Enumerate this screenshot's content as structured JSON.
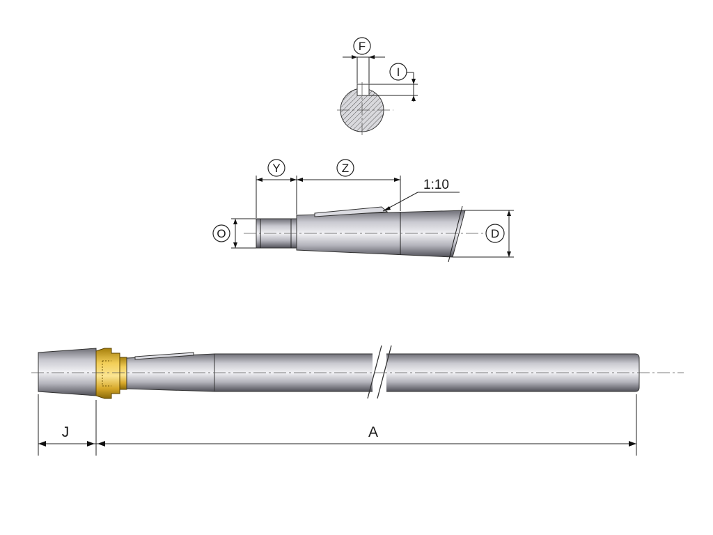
{
  "section_labels": {
    "F": "F",
    "I": "I"
  },
  "taper_labels": {
    "Y": "Y",
    "Z": "Z",
    "O": "O",
    "D": "D",
    "ratio": "1:10"
  },
  "shaft_labels": {
    "J": "J",
    "A": "A"
  },
  "colors": {
    "steel_light": "#e9e9ee",
    "steel_mid": "#a9a9b2",
    "steel_dark": "#55555d",
    "brass_light": "#f3cf59",
    "brass_dark": "#a67f0c",
    "line": "#1a1a1a"
  }
}
